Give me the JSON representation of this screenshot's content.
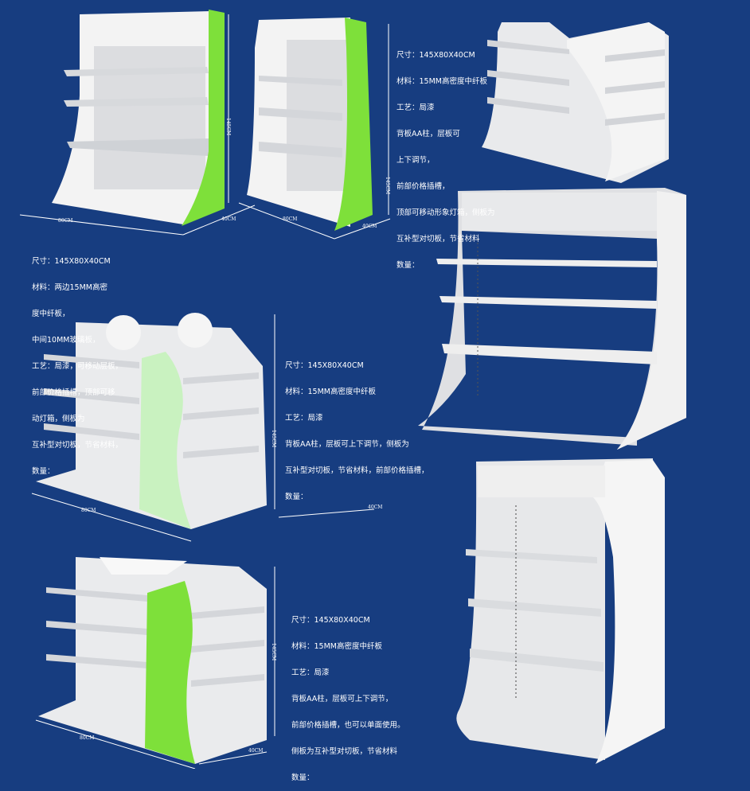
{
  "colors": {
    "background": "#173d80",
    "panel_white": "#f2f2f2",
    "panel_grey": "#d6d8dc",
    "green_bright": "#7ee03a",
    "green_pale": "#c9f2c0"
  },
  "specs": [
    {
      "lines": [
        "尺寸：145X80X40CM",
        "材料：15MM高密度中纤板",
        "工艺：局漆",
        "背板AA柱，层板可",
        "上下调节，",
        "前部价格插槽，",
        "顶部可移动形象灯箱，侧板为",
        "互补型对切板，节省材料",
        "数量："
      ]
    },
    {
      "lines": [
        "尺寸：145X80X40CM",
        "材料：两边15MM高密",
        "度中纤板，",
        "中间10MM玻璃板，",
        "工艺：局漆，可移动层板，",
        "前部价格插槽，顶部可移",
        "动灯箱，侧板为",
        "互补型对切板，节省材料，",
        "数量："
      ]
    },
    {
      "lines": [
        "尺寸：145X80X40CM",
        "材料：15MM高密度中纤板",
        "工艺：局漆",
        "背板AA柱，层板可上下调节，侧板为",
        "互补型对切板，节省材料，前部价格插槽，",
        "数量："
      ]
    },
    {
      "lines": [
        "尺寸：145X80X40CM",
        "材料：15MM高密度中纤板",
        "工艺：局漆",
        "背板AA柱，层板可上下调节，",
        "前部价格插槽，也可以单面使用。",
        "侧板为互补型对切板，节省材料",
        "数量："
      ]
    }
  ],
  "dimensions": {
    "width": "80CM",
    "depth": "40CM",
    "height": "145CM"
  }
}
